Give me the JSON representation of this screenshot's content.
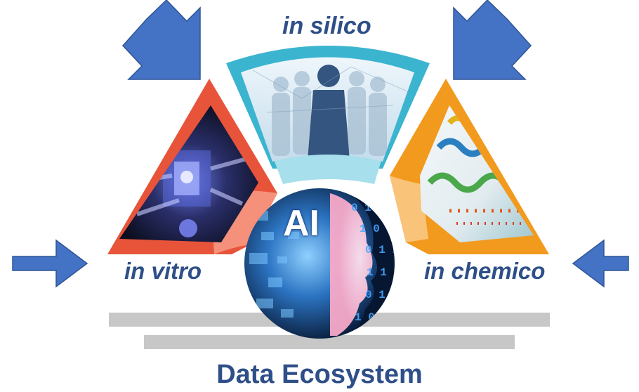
{
  "labels": {
    "silico": "in silico",
    "vitro": "in vitro",
    "chemico": "in chemico",
    "ai": "AI",
    "ecosystem": "Data Ecosystem"
  },
  "colors": {
    "arrow": "#4472c4",
    "arrow_stroke": "#2f5597",
    "vitro": "#e8543a",
    "vitro_light": "#f5917b",
    "silico": "#3bb4cf",
    "silico_light": "#a7dfec",
    "chemico": "#f29a1e",
    "chemico_light": "#f9c47a",
    "text": "#2e4f88",
    "platform": "#c7c7c7",
    "ai_sphere_dark": "#0a1c3e",
    "ai_sphere_light": "#3a8fd8"
  },
  "icons": [
    "arrow-top-left-icon",
    "arrow-top-right-icon",
    "arrow-left-icon",
    "arrow-right-icon",
    "human-silhouette-icon",
    "protein-helix-icon",
    "chip-device-icon",
    "ai-face-icon"
  ]
}
